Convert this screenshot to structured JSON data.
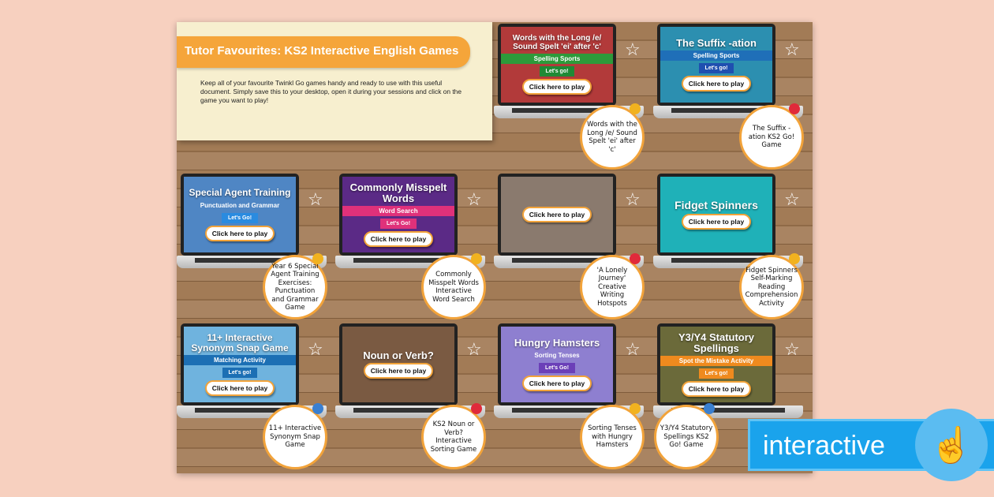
{
  "header": {
    "title": "Tutor Favourites: KS2 Interactive English Games",
    "intro": "Keep all of your favourite Twinkl Go games handy and ready to use with this useful document. Simply save this to your desktop, open it during your sessions and click on the game you want to play!"
  },
  "click_label": "Click here to play",
  "games": [
    {
      "title": "Commonly Misspelt Words",
      "subtitle": "Word Search",
      "button": "Let's Go!",
      "caption": "Commonly Misspelt Words Interactive Word Search",
      "screen": "#5b2a86",
      "band": "#e0317a",
      "btn": "#e0317a"
    },
    {
      "title": "Words with the Long /e/ Sound Spelt 'ei' after 'c'",
      "subtitle": "Spelling Sports",
      "button": "Let's go!",
      "caption": "Words with the Long /e/ Sound Spelt 'ei' after 'c'",
      "screen": "#b23a3a",
      "band": "#2d9a3a",
      "btn": "#1f8a35"
    },
    {
      "title": "The Suffix -ation",
      "subtitle": "Spelling Sports",
      "button": "Let's go!",
      "caption": "The Suffix -ation KS2 Go! Game",
      "screen": "#2c8fb0",
      "band": "#1f6fb8",
      "btn": "#1f4fb0"
    },
    {
      "title": "Fidget Spinners",
      "subtitle": "",
      "button": "",
      "caption": "Fidget Spinners Self-Marking Reading Comprehension Activity",
      "screen": "#1fb1b8",
      "band": "",
      "btn": ""
    },
    {
      "title": "Special Agent Training",
      "subtitle": "Punctuation and Grammar",
      "button": "Let's Go!",
      "caption": "Year 6 Special Agent Training Exercises: Punctuation and Grammar Game",
      "screen": "#4f86c4",
      "band": "",
      "btn": "#2a8be0"
    },
    {
      "title": "",
      "subtitle": "",
      "button": "",
      "caption": "'A Lonely Journey' Creative Writing Hotspots",
      "screen": "#8a7a6e",
      "band": "",
      "btn": ""
    },
    {
      "title": "Noun or Verb?",
      "subtitle": "",
      "button": "",
      "caption": "KS2 Noun or Verb? Interactive Sorting Game",
      "screen": "#7a5a42",
      "band": "",
      "btn": ""
    },
    {
      "title": "11+ Interactive Synonym Snap Game",
      "subtitle": "Matching Activity",
      "button": "Let's go!",
      "caption": "11+ Interactive Synonym Snap Game",
      "screen": "#6fb3de",
      "band": "#1c6fb4",
      "btn": "#1c6fb4"
    },
    {
      "title": "Hungry Hamsters",
      "subtitle": "Sorting Tenses",
      "button": "Let's Go!",
      "caption": "Sorting Tenses with Hungry Hamsters",
      "screen": "#8e7fd0",
      "band": "",
      "btn": "#6b3fb8"
    },
    {
      "title": "Y3/Y4 Statutory Spellings",
      "subtitle": "Spot the Mistake Activity",
      "button": "Let's go!",
      "caption": "Y3/Y4 Statutory Spellings KS2 Go! Game",
      "screen": "#6b6a3a",
      "band": "#ef8a1e",
      "btn": "#ef8a1e"
    }
  ],
  "badge": {
    "label": "interactive",
    "icon": "hand-pointer-icon",
    "color": "#1aa3ec"
  }
}
